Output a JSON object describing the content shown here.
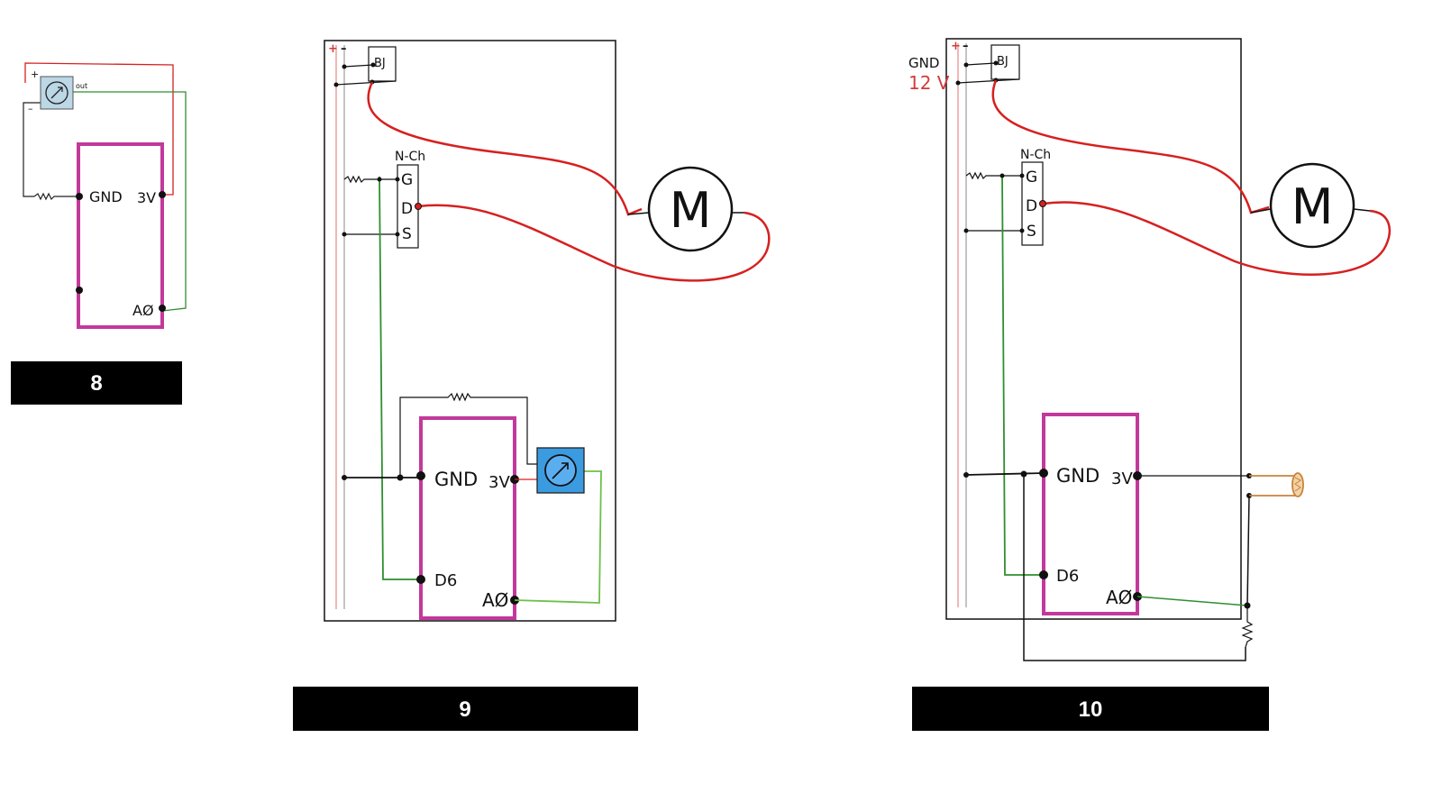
{
  "panels": [
    {
      "caption": "8",
      "pot_labels": {
        "plus": "+",
        "minus": "–",
        "out": "out"
      },
      "board_labels": {
        "gnd": "GND",
        "v3": "3V",
        "a0": "AØ"
      }
    },
    {
      "caption": "9",
      "rail_labels": {
        "plus": "+",
        "minus": "–"
      },
      "bj_label": "BJ",
      "mosfet": {
        "title": "N-Ch",
        "g": "G",
        "d": "D",
        "s": "S"
      },
      "motor_label": "M",
      "board_labels": {
        "gnd": "GND",
        "v3": "3V",
        "d6": "D6",
        "a0": "AØ"
      }
    },
    {
      "caption": "10",
      "rail_labels": {
        "plus": "+",
        "minus": "–"
      },
      "supply_labels": {
        "gnd": "GND",
        "v12": "12 V"
      },
      "bj_label": "BJ",
      "mosfet": {
        "title": "N-Ch",
        "g": "G",
        "d": "D",
        "s": "S"
      },
      "motor_label": "M",
      "board_labels": {
        "gnd": "GND",
        "v3": "3V",
        "d6": "D6",
        "a0": "AØ"
      }
    }
  ],
  "colors": {
    "board": "#c2399b",
    "red_wire": "#d62020",
    "green_wire": "#2f8f2f",
    "light_green_wire": "#6cc04a",
    "pot_blue": "#3b9be0",
    "photoresistor": "#c8833a"
  }
}
